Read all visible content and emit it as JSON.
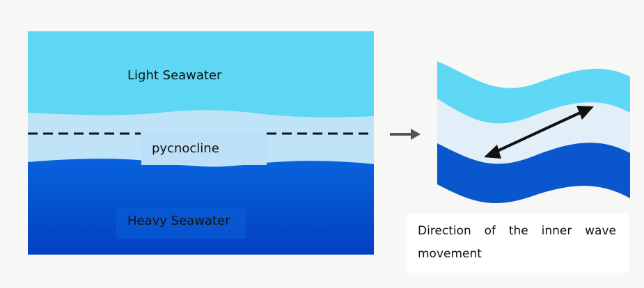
{
  "diagram": {
    "left_panel": {
      "layers": [
        {
          "name": "light-seawater",
          "label": "Light Seawater",
          "color": "#5ed7f5"
        },
        {
          "name": "pycnocline",
          "label": "pycnocline",
          "color": "#bde6f8"
        },
        {
          "name": "heavy-seawater",
          "label": "Heavy Seawater",
          "color": "#0a5ad6"
        }
      ],
      "dashed_line": "pycnocline boundary"
    },
    "transition_arrow": "arrow-right-icon",
    "right_panel": {
      "bands": [
        {
          "name": "light-band",
          "color": "#5fd8f6"
        },
        {
          "name": "pycnocline-band",
          "color": "#e2eff9"
        },
        {
          "name": "heavy-band",
          "color": "#0a56cc"
        }
      ],
      "arrow": "double-headed-arrow-icon"
    },
    "caption": "Direction of the inner wave movement"
  }
}
